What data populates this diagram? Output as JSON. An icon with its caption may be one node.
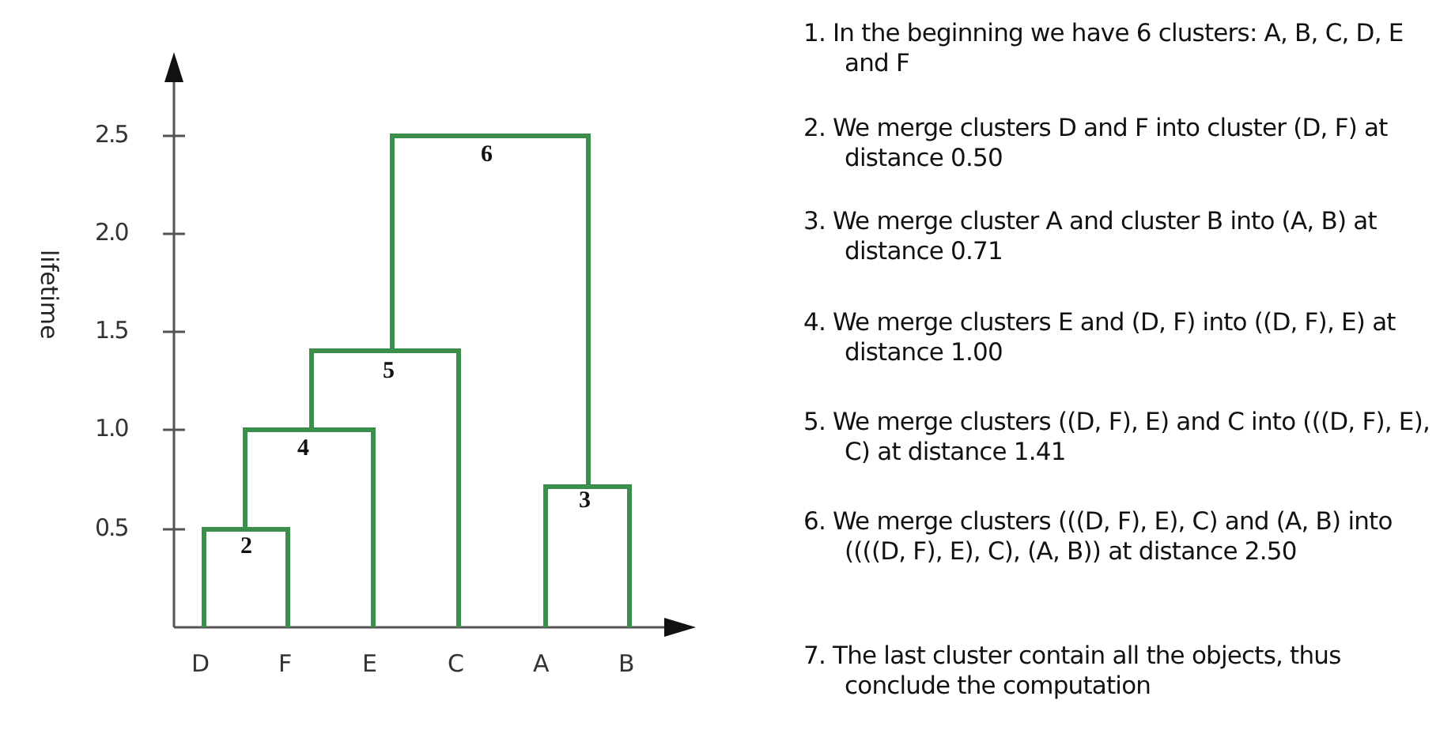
{
  "diagram": {
    "labels": [
      "2.5",
      "2.0",
      "1.5",
      "1.0",
      "0.5",
      "lifetime",
      "6",
      "5",
      "4",
      "3",
      "2",
      "D",
      "F",
      "E",
      "C",
      "A",
      "B",
      "1. In the beginning we have 6 clusters: A, B, C, D, E and F",
      "2. We merge clusters D and F into cluster (D, F) at distance 0.50",
      "3. We merge cluster A and cluster B into (A, B) at distance 0.71",
      "4. We merge clusters E and (D, F) into ((D, F), E) at distance 1.00",
      "5. We merge clusters ((D, F), E) and C into (((D, F), E), C) at distance 1.41",
      "6. We merge clusters (((D, F), E), C) and (A, B) into ((((D, F), E), C), (A, B)) at distance 2.50",
      "7. The last cluster contain all the objects, thus conclude the computation"
    ]
  }
}
